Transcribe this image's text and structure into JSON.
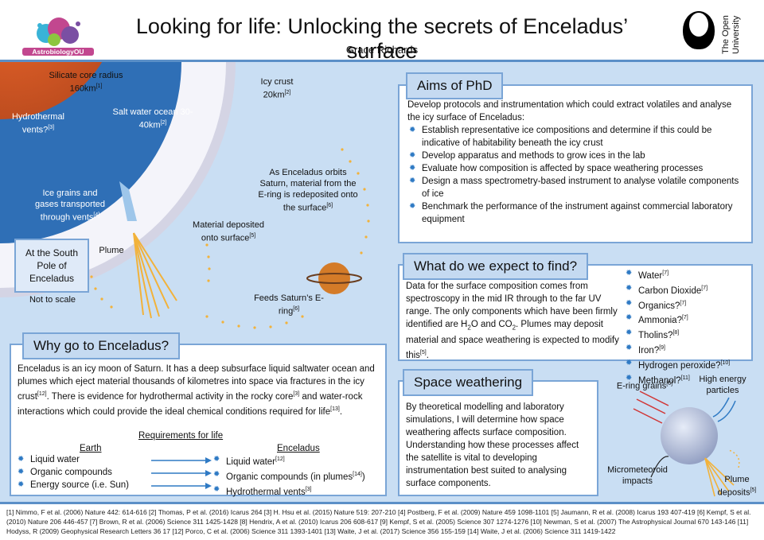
{
  "header": {
    "title": "Looking for life: Unlocking the secrets of Enceladus’ surface",
    "author": "Grace Richards",
    "logo_left": "AstrobiologyOU",
    "logo_right": "The Open University"
  },
  "diagram": {
    "silicate_core": "Silicate core radius 160km",
    "silicate_ref": "[1]",
    "hydrothermal": "Hydrothermal vents?",
    "hydrothermal_ref": "[3]",
    "ocean": "Salt water ocean 30-40km",
    "ocean_ref": "[2]",
    "icy_crust": "Icy crust 20km",
    "icy_crust_ref": "[2]",
    "ice_grains": "Ice grains and gases transported through vents",
    "ice_grains_ref": "[4]",
    "orbit": "As Enceladus orbits Saturn, material from the E-ring is redeposited onto the surface",
    "orbit_ref": "[6]",
    "deposited": "Material deposited onto surface",
    "deposited_ref": "[5]",
    "plume": "Plume",
    "south_pole": "At the South Pole of Enceladus",
    "not_to_scale": "Not to scale",
    "feeds": "Feeds Saturn’s E-ring",
    "feeds_ref": "[6]"
  },
  "aims": {
    "title": "Aims of PhD",
    "intro": "Develop protocols and instrumentation which could extract volatiles and analyse the icy surface of Enceladus:",
    "items": [
      "Establish representative ice compositions and determine if this could be indicative of habitability beneath the icy crust",
      "Develop apparatus and methods to grow ices in the lab",
      "Evaluate how composition is affected by space weathering processes",
      "Design a mass spectrometry-based instrument to analyse volatile components of ice",
      "Benchmark the performance of the instrument against commercial laboratory equipment"
    ]
  },
  "expect": {
    "title": "What do we expect to find?",
    "text_1": "Data for the surface composition comes from spectroscopy in the mid IR through to the far UV range. The only components which have been firmly identified are H",
    "text_2": "O and CO",
    "text_3": ". Plumes may deposit material and space weathering is expected to modify this",
    "text_ref": "[5]",
    "sub_2": "2",
    "compounds": [
      {
        "name": "Water",
        "ref": "[7]"
      },
      {
        "name": "Carbon Dioxide",
        "ref": "[7]"
      },
      {
        "name": "Organics?",
        "ref": "[7]"
      },
      {
        "name": "Ammonia?",
        "ref": "[7]"
      },
      {
        "name": "Tholins?",
        "ref": "[8]"
      },
      {
        "name": "Iron?",
        "ref": "[9]"
      },
      {
        "name": "Hydrogen peroxide?",
        "ref": "[10]"
      },
      {
        "name": "Methanol?",
        "ref": "[11]"
      }
    ]
  },
  "why": {
    "title": "Why go to Enceladus?",
    "p1": "Enceladus is an icy moon of Saturn. It has a deep subsurface liquid saltwater ocean and plumes which eject material thousands of kilometres into space via fractures in the icy crust",
    "p1_ref": "[12]",
    "p2": ". There is evidence for hydrothermal activity in the rocky core",
    "p2_ref": "[3]",
    "p3": " and water-rock interactions which could provide the ideal chemical conditions required for life",
    "p3_ref": "[13]",
    "requirements_title": "Requirements for life",
    "earth_title": "Earth",
    "enceladus_title": "Enceladus",
    "earth": [
      "Liquid water",
      "Organic compounds",
      "Energy source (i.e. Sun)"
    ],
    "enceladus": [
      {
        "name": "Liquid water",
        "ref": "[12]"
      },
      {
        "name": "Organic compounds (in plumes",
        "ref": "[14]",
        "tail": ")"
      },
      {
        "name": "Hydrothermal vents",
        "ref": "[3]"
      }
    ]
  },
  "weathering": {
    "title": "Space weathering",
    "text": "By theoretical modelling and laboratory simulations, I will determine how space weathering affects surface composition. Understanding how these processes affect the satellite is vital to developing instrumentation best suited to analysing surface components.",
    "e_ring": "E-ring grains",
    "e_ring_ref": "[6]",
    "high_energy": "High energy particles",
    "micrometeoroid": "Micrometeoroid impacts",
    "plume": "Plume deposits",
    "plume_ref": "[5]"
  },
  "references": {
    "text": "[1] Nimmo, F et al. (2006) Nature 442: 614-616 [2] Thomas, P et al. (2016) Icarus 264 [3] H. Hsu et al. (2015) Nature 519: 207-210 [4] Postberg, F et al. (2009) Nature 459 1098-1101 [5] Jaumann, R et al. (2008) Icarus 193 407-419 [6] Kempf, S et al. (2010) Nature 206 446-457 [7] Brown, R et al. (2006) Science 311 1425-1428 [8] Hendrix, A et al. (2010) Icarus 206 608-617 [9] Kempf, S et al. (2005) Science 307 1274-1276 [10] Newman, S et al. (2007) The Astrophysical Journal 670 143-146 [11] Hodyss, R (2009) Geophysical Research Letters 36 17 [12] Porco, C et al. (2006) Science 311 1393-1401 [13] Waite, J et al. (2017) Science 356 155-159 [14] Waite, J et al. (2006) Science 311 1419-1422"
  }
}
